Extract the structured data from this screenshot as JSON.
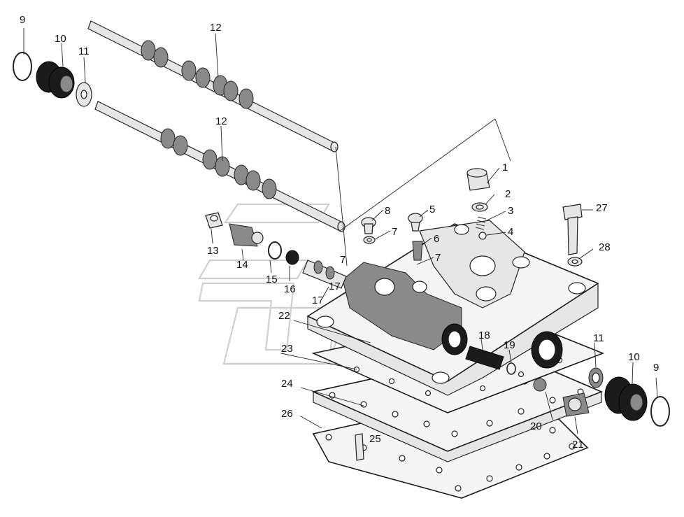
{
  "labels": [
    {
      "id": "9a",
      "text": "9"
    },
    {
      "id": "10a",
      "text": "10"
    },
    {
      "id": "11a",
      "text": "11"
    },
    {
      "id": "12a",
      "text": "12"
    },
    {
      "id": "12b",
      "text": "12"
    },
    {
      "id": "1",
      "text": "1"
    },
    {
      "id": "2",
      "text": "2"
    },
    {
      "id": "3",
      "text": "3"
    },
    {
      "id": "4",
      "text": "4"
    },
    {
      "id": "5",
      "text": "5"
    },
    {
      "id": "6",
      "text": "6"
    },
    {
      "id": "7a",
      "text": "7"
    },
    {
      "id": "7b",
      "text": "7"
    },
    {
      "id": "7c",
      "text": "7"
    },
    {
      "id": "8",
      "text": "8"
    },
    {
      "id": "13",
      "text": "13"
    },
    {
      "id": "14",
      "text": "14"
    },
    {
      "id": "15",
      "text": "15"
    },
    {
      "id": "16",
      "text": "16"
    },
    {
      "id": "17a",
      "text": "17"
    },
    {
      "id": "17b",
      "text": "17"
    },
    {
      "id": "18",
      "text": "18"
    },
    {
      "id": "19",
      "text": "19"
    },
    {
      "id": "20",
      "text": "20"
    },
    {
      "id": "21",
      "text": "21"
    },
    {
      "id": "22",
      "text": "22"
    },
    {
      "id": "23",
      "text": "23"
    },
    {
      "id": "24",
      "text": "24"
    },
    {
      "id": "25",
      "text": "25"
    },
    {
      "id": "26",
      "text": "26"
    },
    {
      "id": "27",
      "text": "27"
    },
    {
      "id": "28",
      "text": "28"
    },
    {
      "id": "11b",
      "text": "11"
    },
    {
      "id": "10b",
      "text": "10"
    },
    {
      "id": "9b",
      "text": "9"
    }
  ]
}
